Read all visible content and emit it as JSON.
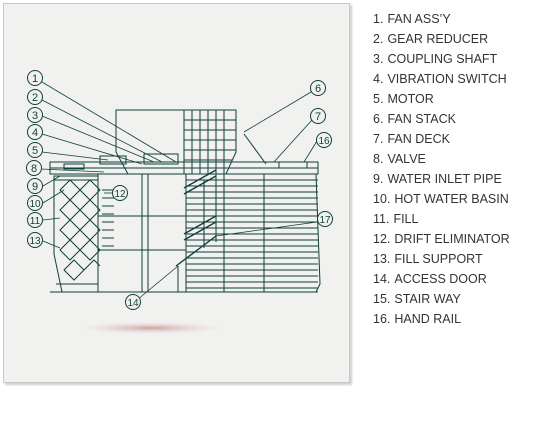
{
  "legend": [
    {
      "number": "1.",
      "label": "FAN ASS’Y"
    },
    {
      "number": "2.",
      "label": "GEAR REDUCER"
    },
    {
      "number": "3.",
      "label": "COUPLING SHAFT"
    },
    {
      "number": "4.",
      "label": "VIBRATION SWITCH"
    },
    {
      "number": "5.",
      "label": "MOTOR"
    },
    {
      "number": "6.",
      "label": "FAN STACK"
    },
    {
      "number": "7.",
      "label": "FAN DECK"
    },
    {
      "number": "8.",
      "label": "VALVE"
    },
    {
      "number": "9.",
      "label": "WATER INLET PIPE"
    },
    {
      "number": "10.",
      "label": "HOT WATER BASIN"
    },
    {
      "number": "11.",
      "label": "FILL"
    },
    {
      "number": "12.",
      "label": "DRIFT ELIMINATOR"
    },
    {
      "number": "13.",
      "label": "FILL SUPPORT"
    },
    {
      "number": "14.",
      "label": "ACCESS DOOR"
    },
    {
      "number": "15.",
      "label": "STAIR WAY"
    },
    {
      "number": "16.",
      "label": "HAND RAIL"
    }
  ],
  "callouts": [
    "1",
    "2",
    "3",
    "4",
    "5",
    "6",
    "7",
    "8",
    "9",
    "10",
    "11",
    "12",
    "13",
    "14",
    "16",
    "17"
  ],
  "colors": {
    "line": "#0f3f3a",
    "shadow": "#d9b7b7",
    "panel": "#f1f1ef"
  }
}
